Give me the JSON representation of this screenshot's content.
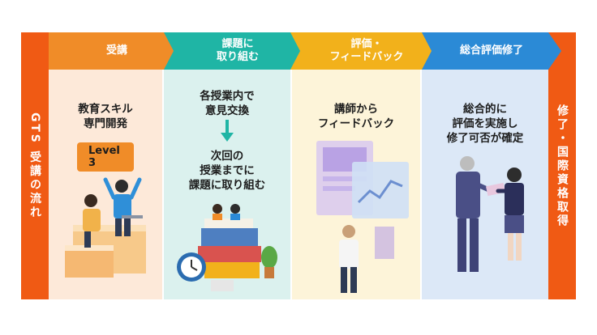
{
  "side_left": "GTS 受講の流れ",
  "side_right": "修了・国際資格取得",
  "steps": [
    {
      "label": "受講",
      "text": "教育スキル\n専門開発",
      "badge": "Level 3"
    },
    {
      "label": "課題に\n取り組む",
      "text_top": "各授業内で\n意見交換",
      "text_bottom": "次回の\n授業までに\n課題に取り組む"
    },
    {
      "label": "評価・\nフィードバック",
      "text": "講師から\nフィードバック"
    },
    {
      "label": "総合評価修了",
      "text": "総合的に\n評価を実施し\n修了可否が確定"
    }
  ],
  "colors": {
    "orange": "#f05a14",
    "step1": "#f08c28",
    "step2": "#1fb5a5",
    "step3": "#f2b11b",
    "step4": "#2b8ad6"
  }
}
